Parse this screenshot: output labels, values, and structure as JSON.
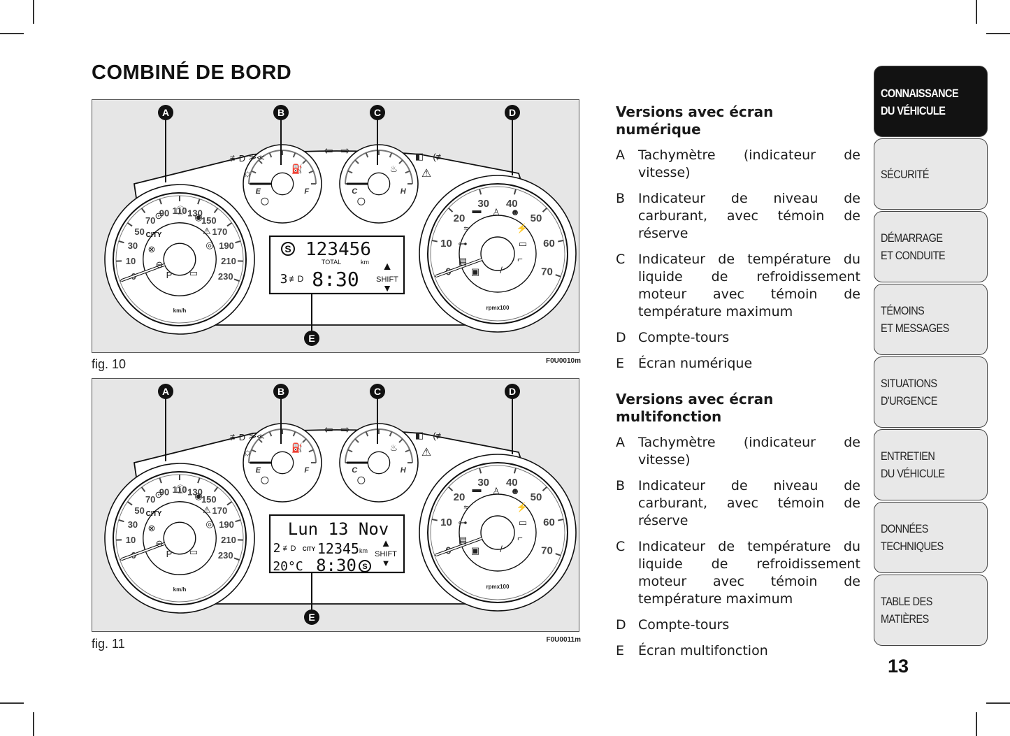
{
  "page": {
    "title": "COMBINÉ DE BORD",
    "page_number": "13"
  },
  "figures": [
    {
      "caption": "fig. 10",
      "code": "F0U0010m",
      "callouts": [
        "A",
        "B",
        "C",
        "D",
        "E"
      ],
      "speedometer": {
        "unit": "km/h",
        "ticks": [
          "0",
          "10",
          "30",
          "50",
          "70",
          "90",
          "110",
          "130",
          "150",
          "170",
          "190",
          "210",
          "230"
        ],
        "city_label": "CITY"
      },
      "fuel_gauge": {
        "left": "E",
        "right": "F"
      },
      "temp_gauge": {
        "left": "C",
        "right": "H"
      },
      "tachometer": {
        "unit": "rpmx100",
        "ticks": [
          "0",
          "10",
          "20",
          "30",
          "40",
          "50",
          "60",
          "70"
        ]
      },
      "display": {
        "type": "numeric",
        "odometer": "123456",
        "odometer_label": "TOTAL",
        "odometer_unit": "km",
        "light_level": "3",
        "clock": "8:30",
        "shift_label": "SHIFT"
      }
    },
    {
      "caption": "fig. 11",
      "code": "F0U0011m",
      "callouts": [
        "A",
        "B",
        "C",
        "D",
        "E"
      ],
      "speedometer": {
        "unit": "km/h",
        "ticks": [
          "0",
          "10",
          "30",
          "50",
          "70",
          "90",
          "110",
          "130",
          "150",
          "170",
          "190",
          "210",
          "230"
        ],
        "city_label": "CITY"
      },
      "fuel_gauge": {
        "left": "E",
        "right": "F"
      },
      "temp_gauge": {
        "left": "C",
        "right": "H"
      },
      "tachometer": {
        "unit": "rpmx100",
        "ticks": [
          "0",
          "10",
          "20",
          "30",
          "40",
          "50",
          "60",
          "70"
        ]
      },
      "display": {
        "type": "multifunction",
        "date": "Lun 13 Nov",
        "light_level": "2",
        "city_label": "CITY",
        "odometer": "12345",
        "odometer_unit": "km",
        "temperature": "20°C",
        "clock": "8:30",
        "shift_label": "SHIFT"
      }
    }
  ],
  "sections": [
    {
      "heading": "Versions avec écran numérique",
      "items": [
        {
          "letter": "A",
          "text": "Tachymètre (indicateur de vitesse)"
        },
        {
          "letter": "B",
          "text": "Indicateur de niveau de carburant, avec témoin de réserve"
        },
        {
          "letter": "C",
          "text": "Indicateur de température du liquide de refroidissement moteur avec témoin de température maximum"
        },
        {
          "letter": "D",
          "text": "Compte-tours"
        },
        {
          "letter": "E",
          "text": "Écran numérique"
        }
      ]
    },
    {
      "heading": "Versions avec écran multifonction",
      "items": [
        {
          "letter": "A",
          "text": "Tachymètre (indicateur de vitesse)"
        },
        {
          "letter": "B",
          "text": "Indicateur de niveau de carburant, avec témoin de réserve"
        },
        {
          "letter": "C",
          "text": "Indicateur de température du liquide de refroidissement moteur avec témoin de température maximum"
        },
        {
          "letter": "D",
          "text": "Compte-tours"
        },
        {
          "letter": "E",
          "text": "Écran multifonction"
        }
      ]
    }
  ],
  "tabs": [
    {
      "label": "CONNAISSANCE\nDU VÉHICULE",
      "active": true
    },
    {
      "label": "SÉCURITÉ",
      "active": false
    },
    {
      "label": "DÉMARRAGE\nET CONDUITE",
      "active": false
    },
    {
      "label": "TÉMOINS\nET MESSAGES",
      "active": false
    },
    {
      "label": "SITUATIONS\nD'URGENCE",
      "active": false
    },
    {
      "label": "ENTRETIEN\nDU VÉHICULE",
      "active": false
    },
    {
      "label": "DONNÉES\nTECHNIQUES",
      "active": false
    },
    {
      "label": "TABLE DES MATIÈRES",
      "active": false
    }
  ],
  "colors": {
    "figure_bg": "#e6e6e6",
    "tab_active_bg": "#121212",
    "tab_bg": "#e8e8e8",
    "text": "#1a1a1a"
  }
}
